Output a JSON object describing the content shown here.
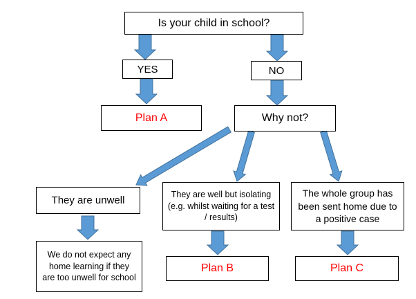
{
  "nodes": {
    "question": "Is your child in school?",
    "yes": "YES",
    "no": "NO",
    "plan_a": "Plan A",
    "why_not": "Why not?",
    "unwell": "They are unwell",
    "isolating": "They are well but isolating (e.g. whilst waiting for a test / results)",
    "group_home": "The whole group has been sent home due to a positive case",
    "no_learning": "We do not expect any home learning if they are too unwell for school",
    "plan_b": "Plan B",
    "plan_c": "Plan C"
  },
  "colors": {
    "arrow_fill": "#5b9bd5",
    "arrow_stroke": "#41719c",
    "plan_text": "#ff0000",
    "border": "#000000"
  }
}
